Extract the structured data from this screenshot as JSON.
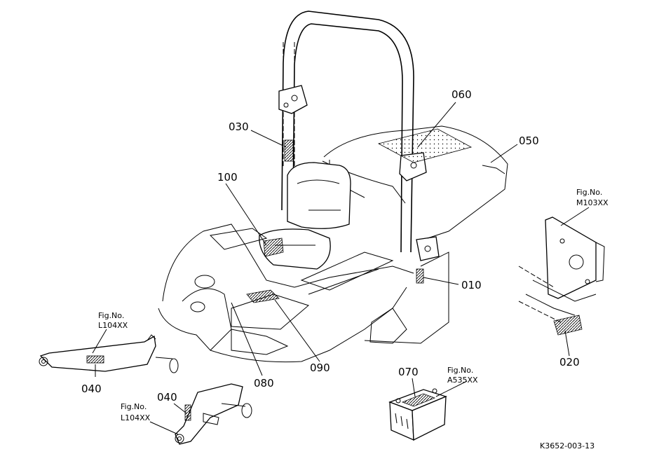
{
  "diagram": {
    "part_labels": [
      "030",
      "060",
      "050",
      "100",
      "010",
      "020",
      "090",
      "080",
      "070",
      "040",
      "040"
    ],
    "fig_refs": [
      {
        "line1": "Fig.No.",
        "line2": "M103XX"
      },
      {
        "line1": "Fig.No.",
        "line2": "L104XX"
      },
      {
        "line1": "Fig.No.",
        "line2": "L104XX"
      },
      {
        "line1": "Fig.No.",
        "line2": "A535XX"
      }
    ],
    "drawing_code": "K3652-003-13"
  }
}
